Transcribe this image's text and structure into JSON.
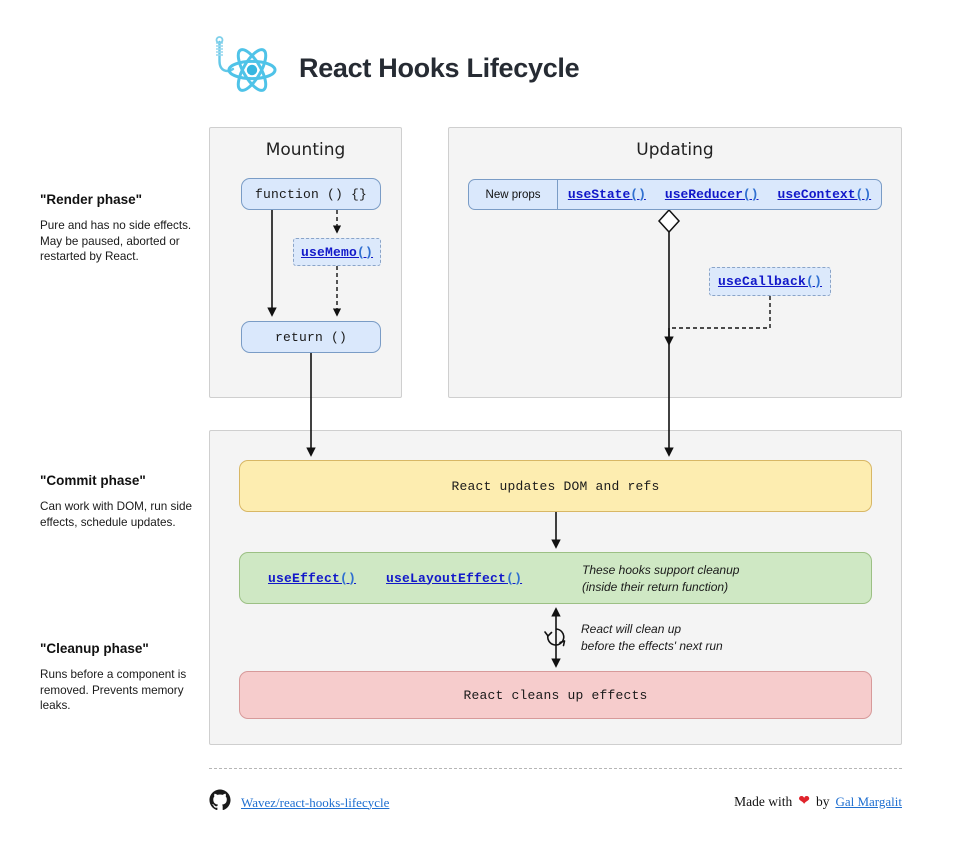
{
  "header": {
    "title": "React Hooks Lifecycle",
    "logo_icon": "react-hook-logo-icon"
  },
  "notes": [
    {
      "id": "render",
      "title": "\"Render phase\"",
      "body": "Pure and has no side effects. May be paused, aborted or restarted by React."
    },
    {
      "id": "commit",
      "title": "\"Commit phase\"",
      "body": "Can work with DOM, run side effects, schedule updates."
    },
    {
      "id": "cleanup",
      "title": "\"Cleanup phase\"",
      "body": "Runs before a component is removed. Prevents memory leaks."
    }
  ],
  "panels": {
    "mounting": {
      "title": "Mounting",
      "nodes": {
        "function": "function () {}",
        "usememo": {
          "name": "useMemo",
          "parens": "()"
        },
        "return": "return ()"
      }
    },
    "updating": {
      "title": "Updating",
      "new_props": "New props",
      "hooks": [
        {
          "name": "useState",
          "parens": "()"
        },
        {
          "name": "useReducer",
          "parens": "()"
        },
        {
          "name": "useContext",
          "parens": "()"
        }
      ],
      "usecallback": {
        "name": "useCallback",
        "parens": "()"
      }
    },
    "commit": {
      "dom_box": "React updates DOM and refs",
      "effect_hooks": [
        {
          "name": "useEffect",
          "parens": "()"
        },
        {
          "name": "useLayoutEffect",
          "parens": "()"
        }
      ],
      "cleanup_support_caption_line1": "These hooks support cleanup",
      "cleanup_support_caption_line2": "(inside their return function)",
      "cleanup_run_caption_line1": "React will clean up",
      "cleanup_run_caption_line2": "before the effects' next run",
      "cleanup_box": "React cleans up effects",
      "loop_icon": "refresh-loop-icon"
    }
  },
  "footer": {
    "github_icon": "github-icon",
    "repo_label": "Wavez/react-hooks-lifecycle",
    "made_with": "Made with",
    "heart_icon": "heart-icon",
    "by": "by",
    "author_label": "Gal Margalit"
  },
  "colors": {
    "blue_fill": "#dae8fc",
    "blue_stroke": "#7a9cc6",
    "yellow_fill": "#fdedb0",
    "yellow_stroke": "#d8b765",
    "green_fill": "#cfe8c4",
    "green_stroke": "#9cc084",
    "red_fill": "#f6cccc",
    "red_stroke": "#d79a9a",
    "panel_fill": "#f4f4f4",
    "link_blue": "#1218c9",
    "react_cyan": "#4fc3e8",
    "heart_red": "#e0242c"
  }
}
